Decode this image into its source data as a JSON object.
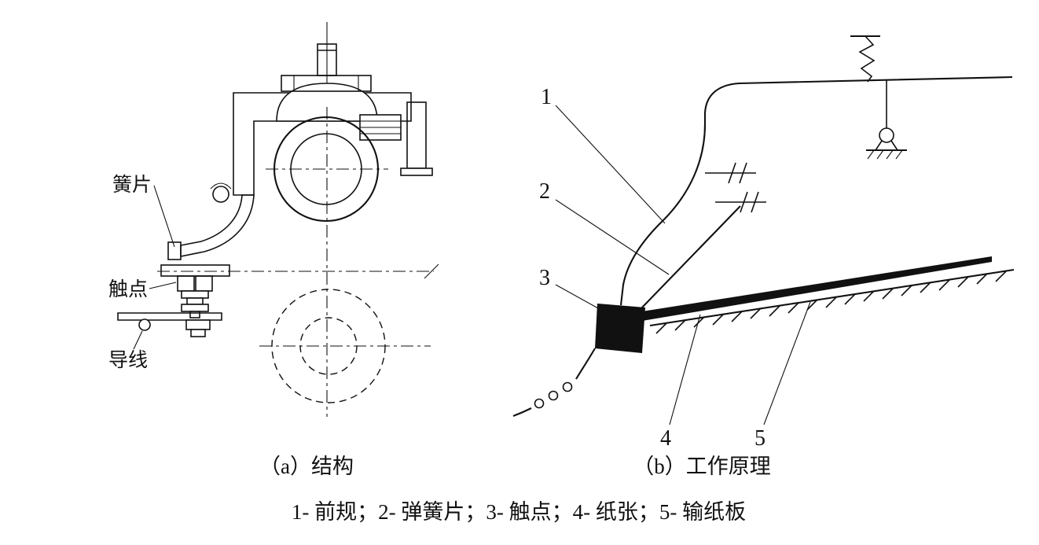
{
  "page": {
    "background": "#ffffff",
    "ink": "#111111"
  },
  "left_diagram": {
    "caption": "（a）结构",
    "labels": {
      "spring_leaf": "簧片",
      "contact": "触点",
      "lead_wire": "导线"
    }
  },
  "right_diagram": {
    "caption": "（b）工作原理",
    "part_numbers": [
      "1",
      "2",
      "3",
      "4",
      "5"
    ]
  },
  "legend": {
    "text": "1- 前规；2- 弹簧片；3- 触点；4- 纸张；5- 输纸板"
  }
}
